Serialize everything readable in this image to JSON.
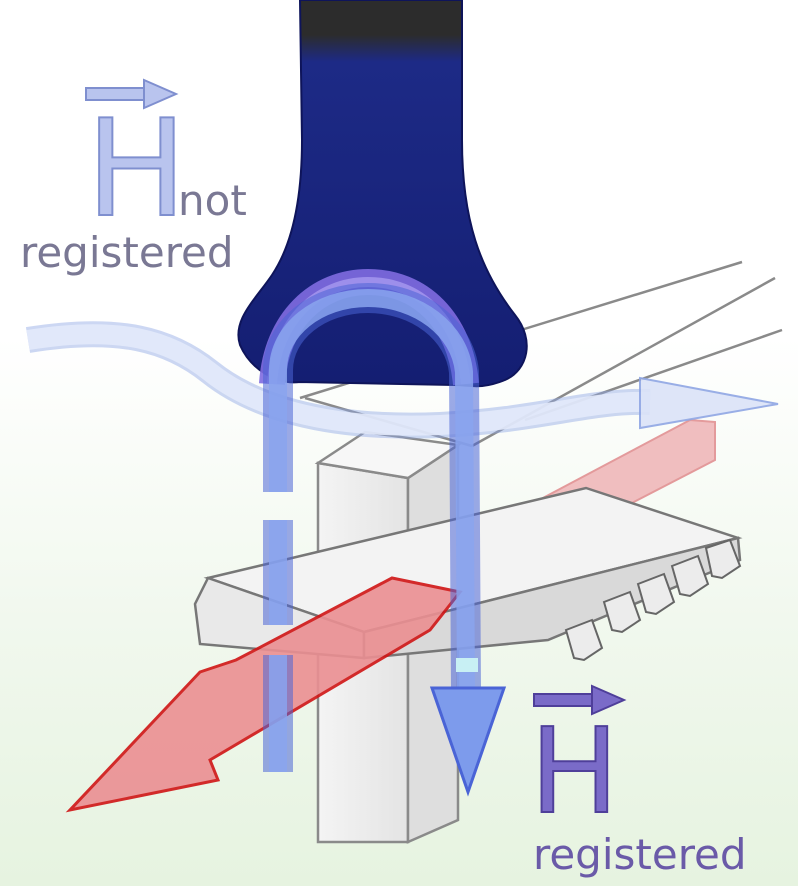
{
  "labels": {
    "h_not_registered": {
      "symbol": "H",
      "word1": "not",
      "word2": "registered"
    },
    "h_registered": {
      "symbol": "H",
      "word": "registered"
    }
  },
  "colors": {
    "probe_handle": "#2a2a2a",
    "probe_ferrite": "#15207a",
    "field_loop": "#6f8fe6",
    "stray_field": "#c7d4f4",
    "current_arrow": "#e8888a",
    "current_arrow_outline": "#d01515",
    "vector_light": "#b9c4ee",
    "vector_dark": "#7a6bc8",
    "chip_body": "#f2f2f2",
    "chip_outline": "#777777",
    "label_gray": "#7a7894",
    "label_purple": "#6a5aa8"
  }
}
